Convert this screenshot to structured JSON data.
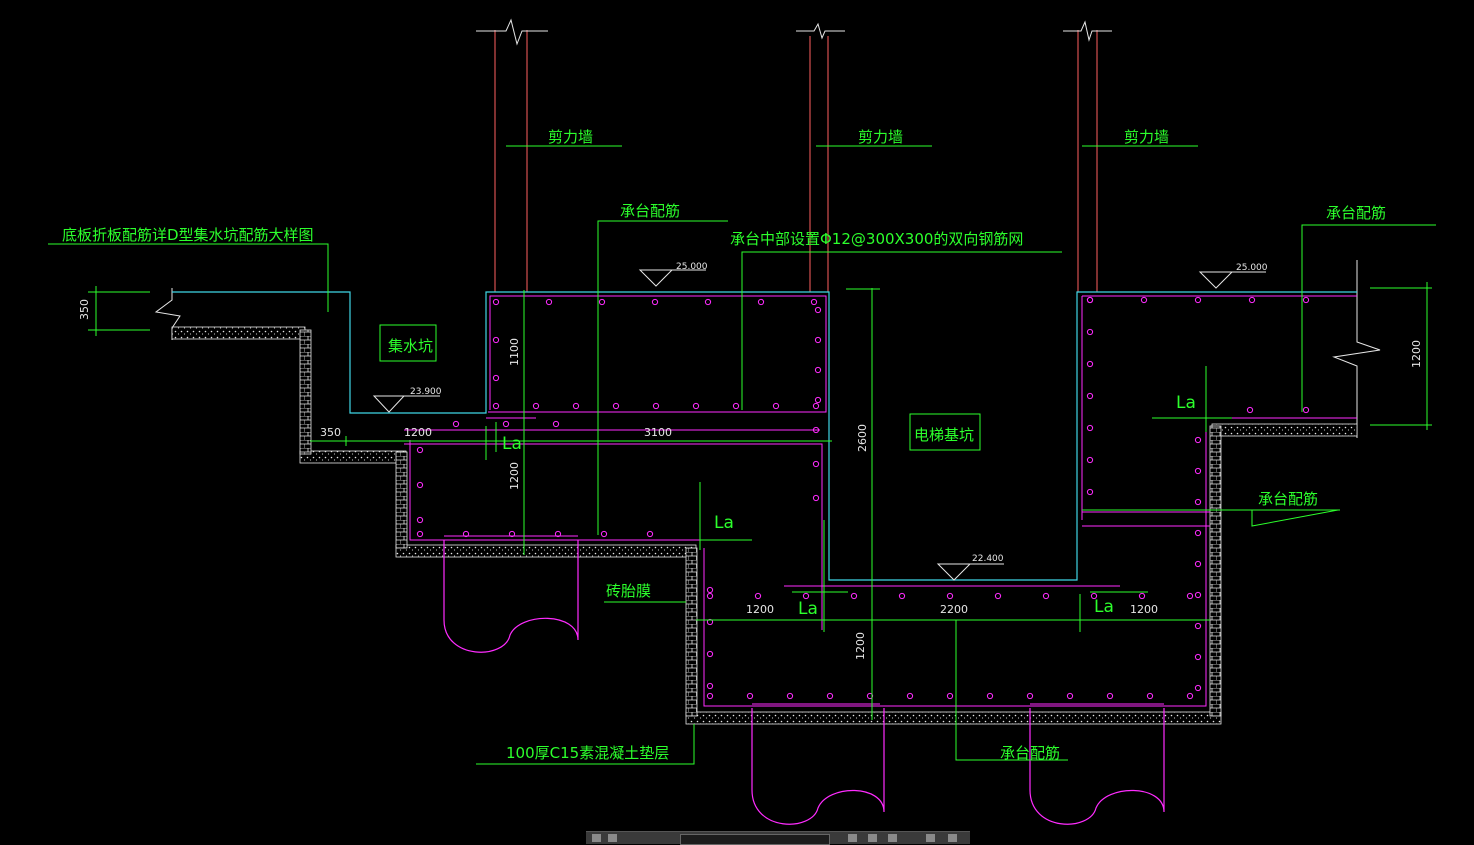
{
  "labels": {
    "shear_wall": "剪力墙",
    "cap_rebar": "承台配筋",
    "floor_note": "底板折板配筋详D型集水坑配筋大样图",
    "center_mesh": "承台中部设置Φ12@300X300的双向钢筋网",
    "sump_pit": "集水坑",
    "elevator_pit": "电梯基坑",
    "brick_mold": "砖胎膜",
    "cushion": "100厚C15素混凝土垫层",
    "la": "La"
  },
  "levels": {
    "top_left": "25.000",
    "top_right": "25.000",
    "sump_bottom": "23.900",
    "pit_bottom": "22.400"
  },
  "dims": {
    "d350": "350",
    "d1200": "1200",
    "d1100": "1100",
    "d3100": "3100",
    "d2600": "2600",
    "d2200": "2200"
  },
  "colors": {
    "text": "#2cff2c",
    "leader": "#2cff2c",
    "concrete_outline": "#3fd6e6",
    "rebar": "#ff2cff",
    "wall": "#ff5f5f",
    "white": "#e6e6e6",
    "background": "#000000"
  }
}
